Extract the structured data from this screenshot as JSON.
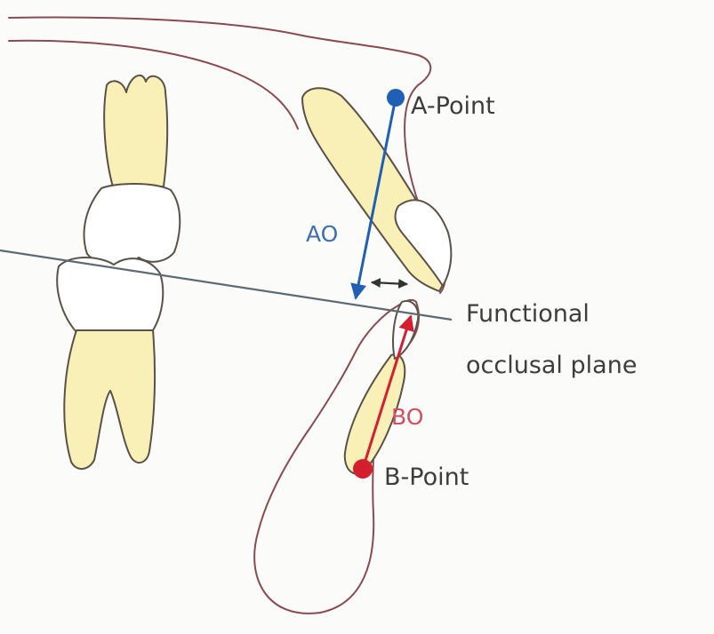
{
  "labels": {
    "a_point": "A-Point",
    "b_point": "B-Point",
    "ao": "AO",
    "bo": "BO",
    "plane_line1": "Functional",
    "plane_line2": "occlusal plane"
  },
  "colors": {
    "a_point": "#1f5fb4",
    "b_point": "#d61f2e",
    "tooth_fill": "#f8f0b6",
    "outline": "#8a4a52",
    "occlusal_line": "#5e6a72"
  }
}
